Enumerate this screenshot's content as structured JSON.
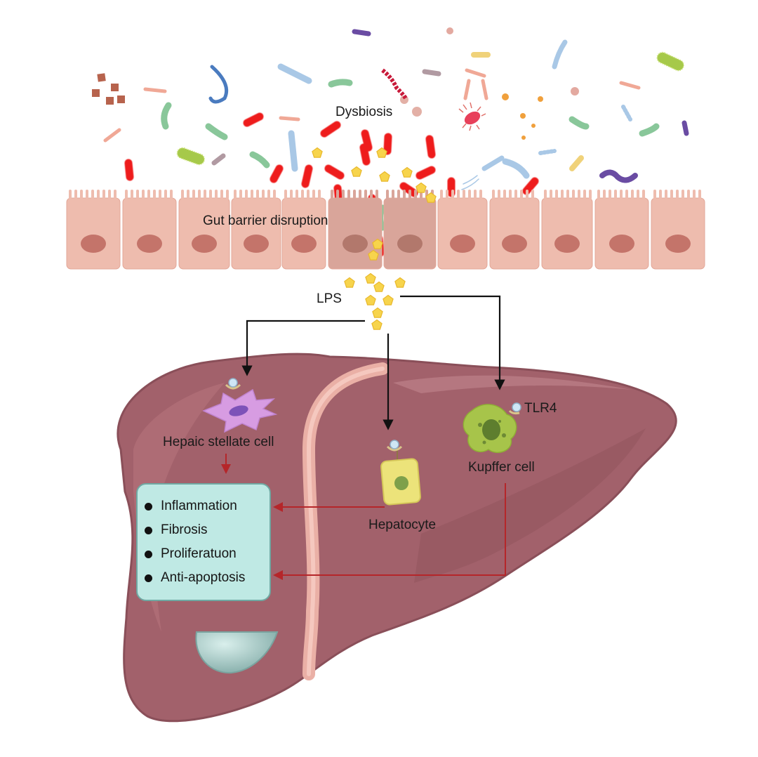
{
  "title": "Gut dysbiosis – LPS – TLR4 liver signaling diagram",
  "labels": {
    "dysbiosis": "Dysbiosis",
    "gut_barrier": "Gut barrier disruption",
    "lps": "LPS",
    "hepatic_stellate_cell": "Hepaic stellate cell",
    "hepatocyte": "Hepatocyte",
    "kupffer_cell": "Kupffer cell",
    "tlr4": "TLR4"
  },
  "outcomes": [
    "Inflammation",
    "Fibrosis",
    "Proliferatuon",
    "Anti-apoptosis"
  ],
  "arrows": [
    {
      "from": "LPS",
      "to": "Hepaic stellate cell",
      "color": "black"
    },
    {
      "from": "LPS",
      "to": "Hepatocyte",
      "color": "black"
    },
    {
      "from": "LPS",
      "to": "Kupffer cell",
      "color": "black"
    },
    {
      "from": "Hepaic stellate cell",
      "to": "Outcomes",
      "color": "red"
    },
    {
      "from": "Hepatocyte",
      "to": "Inflammation",
      "color": "red"
    },
    {
      "from": "Kupffer cell",
      "to": "Anti-apoptosis",
      "color": "red"
    }
  ],
  "colors": {
    "liver": "#a2616b",
    "liver_dark": "#8a4f59",
    "gut_cell": "#eebcae",
    "gut_nucleus": "#c4746a",
    "pathogen": "#ee1c1c",
    "lps": "#f7d44c",
    "outcome_box": "#bfe9e4",
    "red_arrow": "#b5262a"
  }
}
